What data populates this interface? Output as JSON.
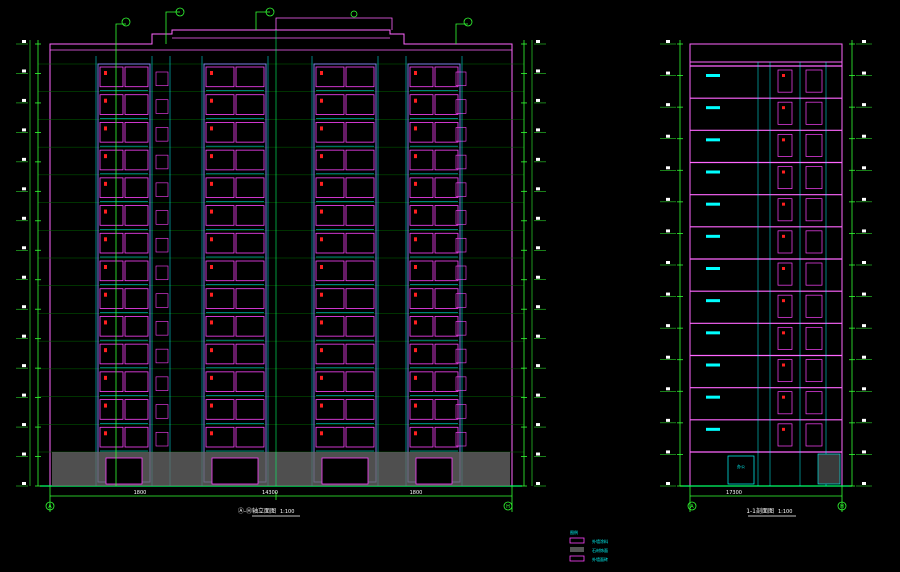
{
  "drawing": {
    "background": "#000000",
    "colors": {
      "outline": "#ff66ff",
      "window": "#ff44ff",
      "frame": "#8888ff",
      "cyan": "#00ffff",
      "grid_green": "#00cc00",
      "dim_green": "#33ff33",
      "red": "#ff2020",
      "white": "#ffffff",
      "plinth": "#6a6a6a"
    },
    "front_elevation": {
      "title": "Ⓐ-Ⓗ轴立面图",
      "scale": "1:100",
      "left_axis": "A",
      "right_axis": "H",
      "floors": 14,
      "bottom_labels": [
        "1800",
        "14300",
        "1800"
      ]
    },
    "side_section": {
      "title": "1-1剖面图",
      "scale": "1:100",
      "left_axis": "A",
      "right_axis": "H",
      "floors": 14,
      "ground_label": "办公",
      "bottom_label": "17300"
    },
    "legend": {
      "title": "图例",
      "items": [
        {
          "label": "外墙涂料",
          "swatch": "#aa22aa"
        },
        {
          "label": "石材饰面",
          "swatch": "#555555"
        },
        {
          "label": "外墙面砖",
          "swatch": "#aa22aa"
        }
      ]
    }
  }
}
